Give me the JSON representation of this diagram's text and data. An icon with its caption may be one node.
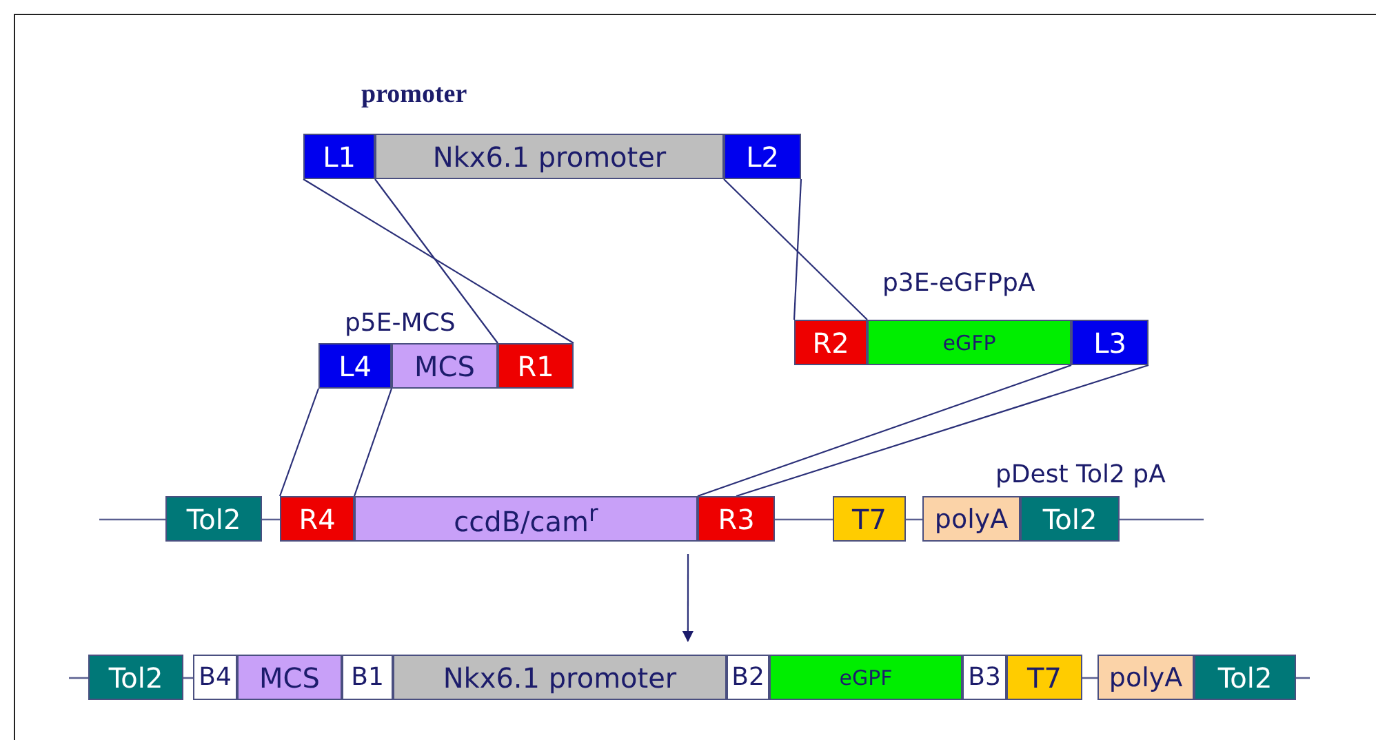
{
  "diagram": {
    "title": "promoter",
    "nodes": [
      {
        "text": [
          "L1"
        ]
      },
      {
        "text": [
          "Nkx6.1 promoter"
        ]
      },
      {
        "text": [
          "L2"
        ]
      },
      {
        "text": [
          "L4"
        ]
      },
      {
        "text": [
          "MCS"
        ]
      },
      {
        "text": [
          "R1"
        ]
      },
      {
        "text": [
          "R2"
        ]
      },
      {
        "text": [
          "eGFP"
        ]
      },
      {
        "text": [
          "L3"
        ]
      },
      {
        "text": [
          "Tol2"
        ]
      },
      {
        "text": [
          "R4"
        ]
      },
      {
        "text": [
          "ccdB/cam$^{r}$"
        ]
      },
      {
        "text": [
          "R3"
        ]
      },
      {
        "text": [
          "T7"
        ]
      },
      {
        "text": [
          "polyA"
        ]
      },
      {
        "text": [
          "Tol2"
        ]
      },
      {
        "text": [
          "Tol2"
        ]
      },
      {
        "text": [
          "B4"
        ]
      },
      {
        "text": [
          "MCS"
        ]
      },
      {
        "text": [
          "B1"
        ]
      },
      {
        "text": [
          "Nkx6.1 promoter"
        ]
      },
      {
        "text": [
          "B2"
        ]
      },
      {
        "text": [
          "eGPF"
        ]
      },
      {
        "text": [
          "B3"
        ]
      },
      {
        "text": [
          "T7"
        ]
      },
      {
        "text": [
          "polyA"
        ]
      },
      {
        "text": [
          "Tol2"
        ]
      }
    ],
    "edges": [
      {
        "from": 0,
        "to": 5,
        "arrow": "none"
      },
      {
        "from": 0,
        "to": 5,
        "arrow": "none"
      },
      {
        "from": 2,
        "to": 6,
        "arrow": "none"
      },
      {
        "from": 2,
        "to": 6,
        "arrow": "none"
      },
      {
        "from": 3,
        "to": 10,
        "arrow": "none"
      },
      {
        "from": 3,
        "to": 10,
        "arrow": "none"
      },
      {
        "from": 8,
        "to": 12,
        "arrow": "none"
      },
      {
        "from": 8,
        "to": 12,
        "arrow": "none"
      },
      {
        "from": 11,
        "to": 20,
        "arrow": "to"
      }
    ],
    "labels": [
      "p5E-MCS",
      "p3E-eGFPpA",
      "pDest Tol2 pA"
    ]
  }
}
